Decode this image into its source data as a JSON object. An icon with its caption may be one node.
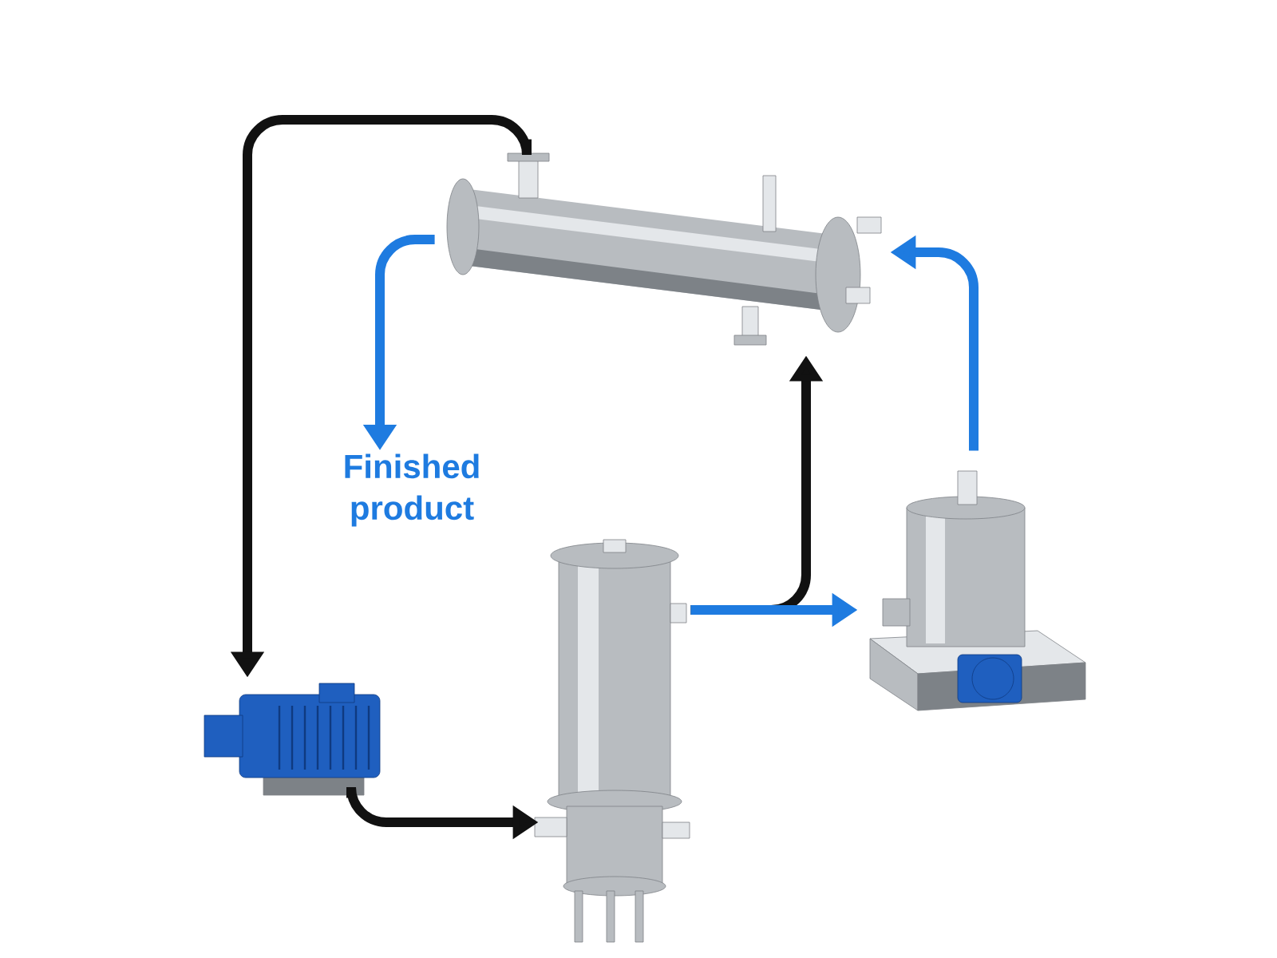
{
  "diagram": {
    "nodes": [
      {
        "text": [],
        "shape": "picture"
      },
      {
        "text": [
          "Finished product"
        ]
      },
      {
        "text": [],
        "shape": "picture"
      },
      {
        "text": [],
        "shape": "picture"
      },
      {
        "text": [],
        "shape": "picture"
      }
    ],
    "edges": [
      {
        "from": 0,
        "to": 2,
        "arrow": "to",
        "color": "#111111"
      },
      {
        "from": 0,
        "to": 1,
        "arrow": "to",
        "color": "#1e7be0"
      },
      {
        "from": 2,
        "to": 3,
        "arrow": "to",
        "color": "#111111"
      },
      {
        "from": 3,
        "to": 0,
        "arrow": "to",
        "color": "#111111"
      },
      {
        "from": 3,
        "to": 4,
        "arrow": "to",
        "color": "#1e7be0"
      },
      {
        "from": 4,
        "to": 0,
        "arrow": "to",
        "color": "#1e7be0"
      }
    ]
  }
}
